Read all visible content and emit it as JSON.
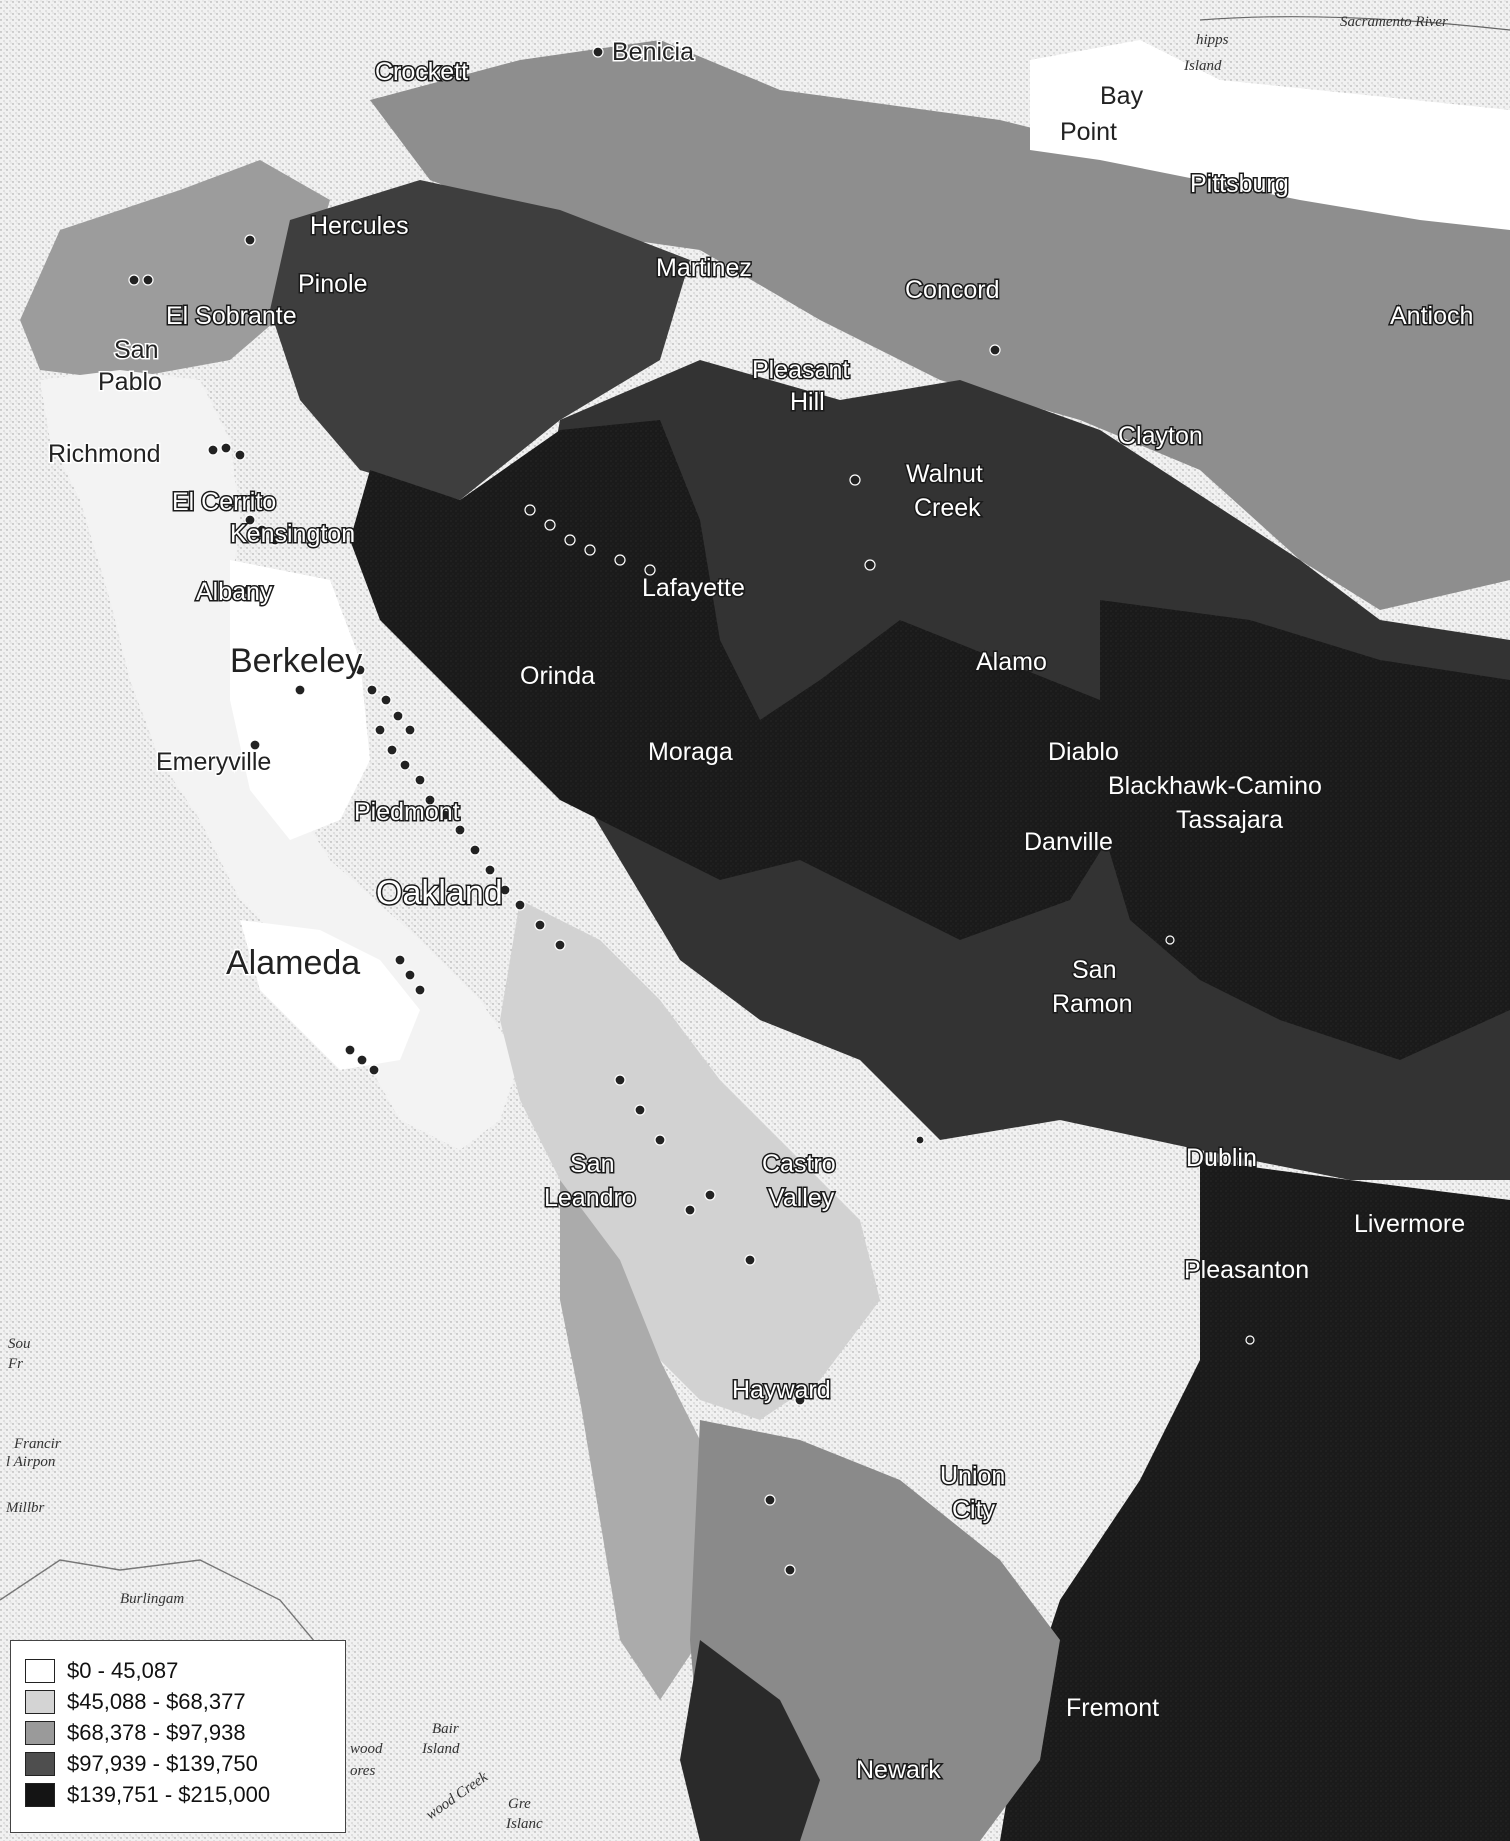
{
  "map": {
    "cities": [
      {
        "id": "crockett",
        "name": "Crockett"
      },
      {
        "id": "benicia",
        "name": "Benicia"
      },
      {
        "id": "bay-point-1",
        "name": "Bay"
      },
      {
        "id": "bay-point-2",
        "name": "Point"
      },
      {
        "id": "pittsburg",
        "name": "Pittsburg"
      },
      {
        "id": "hercules",
        "name": "Hercules"
      },
      {
        "id": "pinole",
        "name": "Pinole"
      },
      {
        "id": "martinez",
        "name": "Martinez"
      },
      {
        "id": "concord",
        "name": "Concord"
      },
      {
        "id": "antioch",
        "name": "Antioch"
      },
      {
        "id": "el-sobrante",
        "name": "El Sobrante"
      },
      {
        "id": "san-pablo-1",
        "name": "San"
      },
      {
        "id": "san-pablo-2",
        "name": "Pablo"
      },
      {
        "id": "pleasant-hill-1",
        "name": "Pleasant"
      },
      {
        "id": "pleasant-hill-2",
        "name": "Hill"
      },
      {
        "id": "clayton",
        "name": "Clayton"
      },
      {
        "id": "richmond",
        "name": "Richmond"
      },
      {
        "id": "walnut-creek-1",
        "name": "Walnut"
      },
      {
        "id": "walnut-creek-2",
        "name": "Creek"
      },
      {
        "id": "el-cerrito",
        "name": "El Cerrito"
      },
      {
        "id": "kensington",
        "name": "Kensington"
      },
      {
        "id": "albany",
        "name": "Albany"
      },
      {
        "id": "lafayette",
        "name": "Lafayette"
      },
      {
        "id": "berkeley",
        "name": "Berkeley"
      },
      {
        "id": "orinda",
        "name": "Orinda"
      },
      {
        "id": "alamo",
        "name": "Alamo"
      },
      {
        "id": "emeryville",
        "name": "Emeryville"
      },
      {
        "id": "moraga",
        "name": "Moraga"
      },
      {
        "id": "diablo",
        "name": "Diablo"
      },
      {
        "id": "blackhawk-1",
        "name": "Blackhawk-Camino"
      },
      {
        "id": "blackhawk-2",
        "name": "Tassajara"
      },
      {
        "id": "piedmont",
        "name": "Piedmont"
      },
      {
        "id": "danville",
        "name": "Danville"
      },
      {
        "id": "oakland",
        "name": "Oakland"
      },
      {
        "id": "alameda",
        "name": "Alameda"
      },
      {
        "id": "san-ramon-1",
        "name": "San"
      },
      {
        "id": "san-ramon-2",
        "name": "Ramon"
      },
      {
        "id": "dublin",
        "name": "Dublin"
      },
      {
        "id": "san-leandro-1",
        "name": "San"
      },
      {
        "id": "san-leandro-2",
        "name": "Leandro"
      },
      {
        "id": "castro-valley-1",
        "name": "Castro"
      },
      {
        "id": "castro-valley-2",
        "name": "Valley"
      },
      {
        "id": "livermore",
        "name": "Livermore"
      },
      {
        "id": "pleasanton",
        "name": "Pleasanton"
      },
      {
        "id": "hayward",
        "name": "Hayward"
      },
      {
        "id": "union-city-1",
        "name": "Union"
      },
      {
        "id": "union-city-2",
        "name": "City"
      },
      {
        "id": "fremont",
        "name": "Fremont"
      },
      {
        "id": "newark",
        "name": "Newark"
      }
    ],
    "background_labels": [
      {
        "id": "sacramento-river",
        "text": "Sacramento River"
      },
      {
        "id": "chipps-island-1",
        "text": "hipps"
      },
      {
        "id": "chipps-island-2",
        "text": "Island"
      },
      {
        "id": "south-sf-1",
        "text": "Sou"
      },
      {
        "id": "south-sf-2",
        "text": "Fr"
      },
      {
        "id": "sf-airport-1",
        "text": "Francir"
      },
      {
        "id": "sf-airport-2",
        "text": "l Airpon"
      },
      {
        "id": "millbrae",
        "text": "Millbr"
      },
      {
        "id": "burlingame",
        "text": "Burlingam"
      },
      {
        "id": "bair-island-1",
        "text": "Bair"
      },
      {
        "id": "bair-island-2",
        "text": "Island"
      },
      {
        "id": "redwood-shores-1",
        "text": "wood"
      },
      {
        "id": "redwood-shores-2",
        "text": "ores"
      },
      {
        "id": "greco-island-1",
        "text": "Gre"
      },
      {
        "id": "greco-island-2",
        "text": "Islanc"
      },
      {
        "id": "redwood-creek",
        "text": "wood Creek"
      }
    ]
  },
  "legend": {
    "items": [
      {
        "label": "$0 - 45,087",
        "color": "#ffffff"
      },
      {
        "label": "$45,088 - $68,377",
        "color": "#d4d4d4"
      },
      {
        "label": "$68,378 - $97,938",
        "color": "#9a9a9a"
      },
      {
        "label": "$97,939 - $139,750",
        "color": "#4e4e4e"
      },
      {
        "label": "$139,751 - $215,000",
        "color": "#141414"
      }
    ]
  }
}
